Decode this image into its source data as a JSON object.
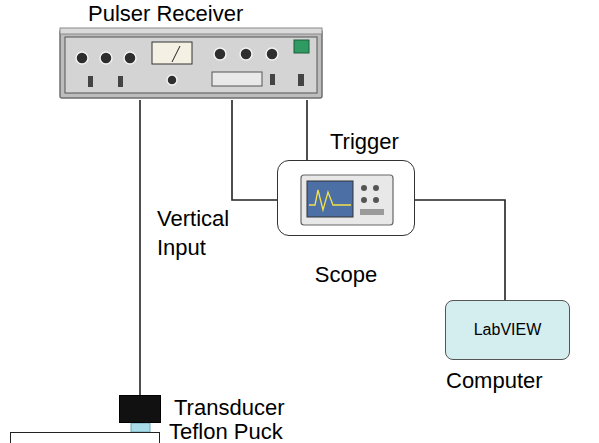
{
  "diagram": {
    "nodes": [
      {
        "text": [
          "Pulser Receiver"
        ]
      },
      {
        "text": [
          "Scope"
        ]
      },
      {
        "text": [
          "LabVIEW",
          "Computer"
        ]
      },
      {
        "text": [
          "Transducer"
        ]
      },
      {
        "text": [
          "Teflon Puck"
        ]
      }
    ],
    "edges": [
      {
        "from": 0,
        "to": 3,
        "arrow": "none"
      },
      {
        "from": 0,
        "to": 1,
        "label": "Vertical Input",
        "arrow": "none"
      },
      {
        "from": 0,
        "to": 1,
        "label": "Trigger",
        "arrow": "none"
      },
      {
        "from": 1,
        "to": 2,
        "arrow": "none"
      }
    ]
  }
}
